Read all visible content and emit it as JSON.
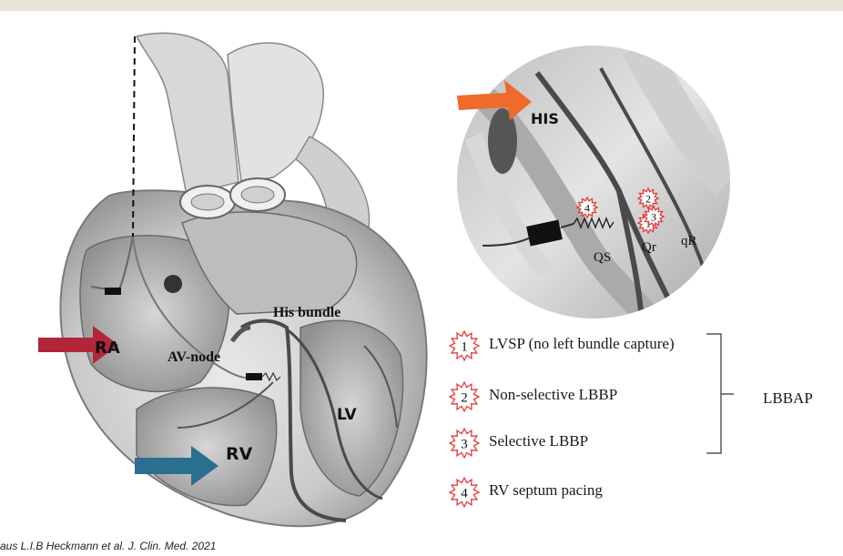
{
  "labels": {
    "ra": "RA",
    "rv": "RV",
    "lv": "LV",
    "av_node": "AV-node",
    "his_bundle": "His bundle",
    "his": "HIS",
    "qs": "QS",
    "qr": "Qr",
    "qr2": "qR"
  },
  "markers": [
    "1",
    "2",
    "3",
    "4"
  ],
  "legend": {
    "items": [
      {
        "num": "1",
        "text": "LVSP (no left bundle capture)"
      },
      {
        "num": "2",
        "text": "Non-selective LBBP"
      },
      {
        "num": "3",
        "text": "Selective LBBP"
      },
      {
        "num": "4",
        "text": "RV septum pacing"
      }
    ],
    "group_label": "LBBAP"
  },
  "caption": "aus L.I.B Heckmann et al. J. Clin. Med. 2021",
  "colors": {
    "ra_arrow": "#b3263a",
    "rv_arrow": "#2a6f8f",
    "his_arrow": "#f06a2a",
    "star": "#e23b3b"
  }
}
